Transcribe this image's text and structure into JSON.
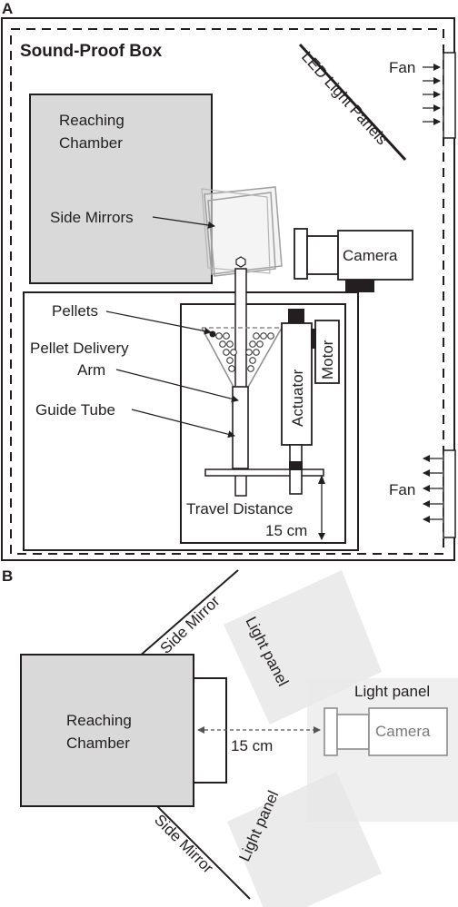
{
  "panel_a": {
    "letter": "A",
    "box_title": "Sound-Proof Box",
    "reaching_chamber_line1": "Reaching",
    "reaching_chamber_line2": "Chamber",
    "side_mirrors": "Side Mirrors",
    "led_light_panels": "LED Light Panels",
    "fan_top": "Fan",
    "fan_bottom": "Fan",
    "camera": "Camera",
    "pellets": "Pellets",
    "pellet_delivery_line1": "Pellet Delivery",
    "pellet_delivery_line2": "Arm",
    "guide_tube": "Guide Tube",
    "actuator": "Actuator",
    "motor": "Motor",
    "travel_distance_line1": "Travel Distance",
    "travel_distance_line2": "15 cm"
  },
  "panel_b": {
    "letter": "B",
    "reaching_chamber_line1": "Reaching",
    "reaching_chamber_line2": "Chamber",
    "side_mirror_top": "Side Mirror",
    "side_mirror_bottom": "Side Mirror",
    "light_panel_upper": "Light panel",
    "light_panel_right": "Light panel",
    "light_panel_lower": "Light panel",
    "camera": "Camera",
    "distance": "15 cm"
  },
  "colors": {
    "chamber_fill": "#d9d9d9",
    "light_panel_fill": "#ececec",
    "ink": "#231f20",
    "faded_ink": "#8c8c8c"
  }
}
